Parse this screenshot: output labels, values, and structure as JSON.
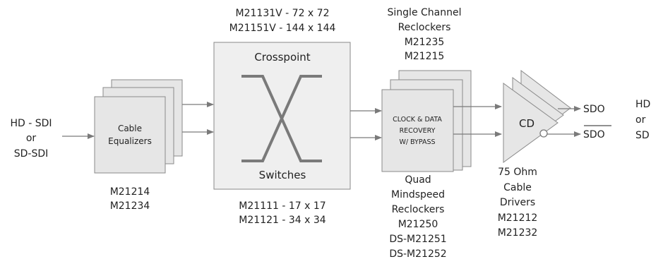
{
  "input": {
    "line1": "HD - SDI",
    "line2": "or",
    "line3": "SD-SDI"
  },
  "equalizers": {
    "label1": "Cable",
    "label2": "Equalizers",
    "part1": "M21214",
    "part2": "M21234"
  },
  "crosspoint": {
    "top1": "M21131V - 72 x 72",
    "top2": "M21151V - 144 x 144",
    "title": "Crosspoint",
    "subtitle": "Switches",
    "bottom1": "M21111 - 17 x 17",
    "bottom2": "M21121 - 34 x 34"
  },
  "reclockers": {
    "single1": "Single Channel",
    "single2": "Reclockers",
    "single3": "M21235",
    "single4": "M21215",
    "box1": "CLOCK & DATA",
    "box2": "RECOVERY",
    "box3": "W/ BYPASS",
    "quad1": "Quad",
    "quad2": "Mindspeed",
    "quad3": "Reclockers",
    "quad4": "M21250",
    "quad5": "DS-M21251",
    "quad6": "DS-M21252"
  },
  "drivers": {
    "label": "CD",
    "d1": "75 Ohm",
    "d2": "Cable",
    "d3": "Drivers",
    "d4": "M21212",
    "d5": "M21232"
  },
  "outputs": {
    "sdo": "SDO",
    "sdo_bar": "SDO",
    "right1": "HD",
    "right2": "or",
    "right3": "SD"
  }
}
